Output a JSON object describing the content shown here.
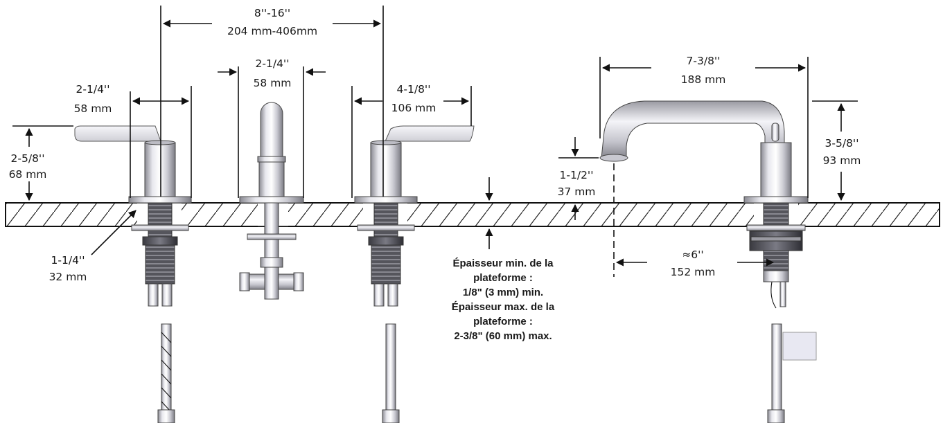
{
  "dimensions": {
    "spread": [
      "8''-16''",
      "204 mm-406mm"
    ],
    "spout_width": [
      "2-1/4''",
      "58 mm"
    ],
    "left_handle_width": [
      "2-1/4''",
      "58 mm"
    ],
    "right_handle_reach": [
      "4-1/8''",
      "106 mm"
    ],
    "handle_height": [
      "2-5/8''",
      "68 mm"
    ],
    "hole_diameter": [
      "1-1/4''",
      "32 mm"
    ],
    "spout_reach": [
      "7-3/8''",
      "188 mm"
    ],
    "spout_height": [
      "3-5/8''",
      "93 mm"
    ],
    "spout_clearance": [
      "1-1/2''",
      "37 mm"
    ],
    "spout_center": [
      "≈6''",
      "152 mm"
    ]
  },
  "deck_note": [
    "Épaisseur min. de la",
    "plateforme :",
    "1/8\" (3 mm) min.",
    "Épaisseur max. de la",
    "plateforme :",
    "2-3/8\" (60 mm) max."
  ],
  "colors": {
    "line": "#111111",
    "metal_light": "#e6e6ea",
    "metal_mid": "#b8b8c0",
    "metal_dark": "#6c6c74"
  }
}
